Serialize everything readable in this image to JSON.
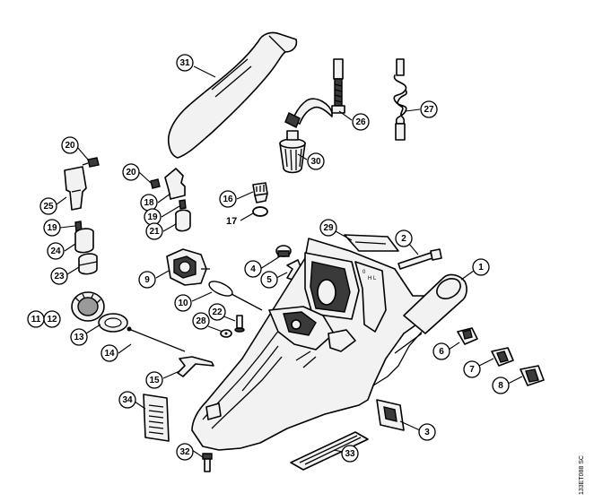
{
  "drawing_code": "133ET088 SC",
  "housing_marks": {
    "stop": "0",
    "start": "H L"
  },
  "callouts": [
    {
      "id": "c1",
      "label": "1"
    },
    {
      "id": "c2",
      "label": "2"
    },
    {
      "id": "c3",
      "label": "3"
    },
    {
      "id": "c4",
      "label": "4"
    },
    {
      "id": "c5",
      "label": "5"
    },
    {
      "id": "c6",
      "label": "6"
    },
    {
      "id": "c7",
      "label": "7"
    },
    {
      "id": "c8",
      "label": "8"
    },
    {
      "id": "c9",
      "label": "9"
    },
    {
      "id": "c10",
      "label": "10"
    },
    {
      "id": "c11",
      "label": "11"
    },
    {
      "id": "c12",
      "label": "12"
    },
    {
      "id": "c13",
      "label": "13"
    },
    {
      "id": "c14",
      "label": "14"
    },
    {
      "id": "c15",
      "label": "15"
    },
    {
      "id": "c16",
      "label": "16"
    },
    {
      "id": "c18",
      "label": "18"
    },
    {
      "id": "c19a",
      "label": "19"
    },
    {
      "id": "c19b",
      "label": "19"
    },
    {
      "id": "c20a",
      "label": "20"
    },
    {
      "id": "c20b",
      "label": "20"
    },
    {
      "id": "c21",
      "label": "21"
    },
    {
      "id": "c22",
      "label": "22"
    },
    {
      "id": "c23",
      "label": "23"
    },
    {
      "id": "c24",
      "label": "24"
    },
    {
      "id": "c25",
      "label": "25"
    },
    {
      "id": "c26",
      "label": "26"
    },
    {
      "id": "c27",
      "label": "27"
    },
    {
      "id": "c28",
      "label": "28"
    },
    {
      "id": "c29",
      "label": "29"
    },
    {
      "id": "c30",
      "label": "30"
    },
    {
      "id": "c31",
      "label": "31"
    },
    {
      "id": "c32",
      "label": "32"
    },
    {
      "id": "c33",
      "label": "33"
    },
    {
      "id": "c34",
      "label": "34"
    }
  ],
  "plain_labels": [
    {
      "id": "p17",
      "label": "17"
    }
  ]
}
